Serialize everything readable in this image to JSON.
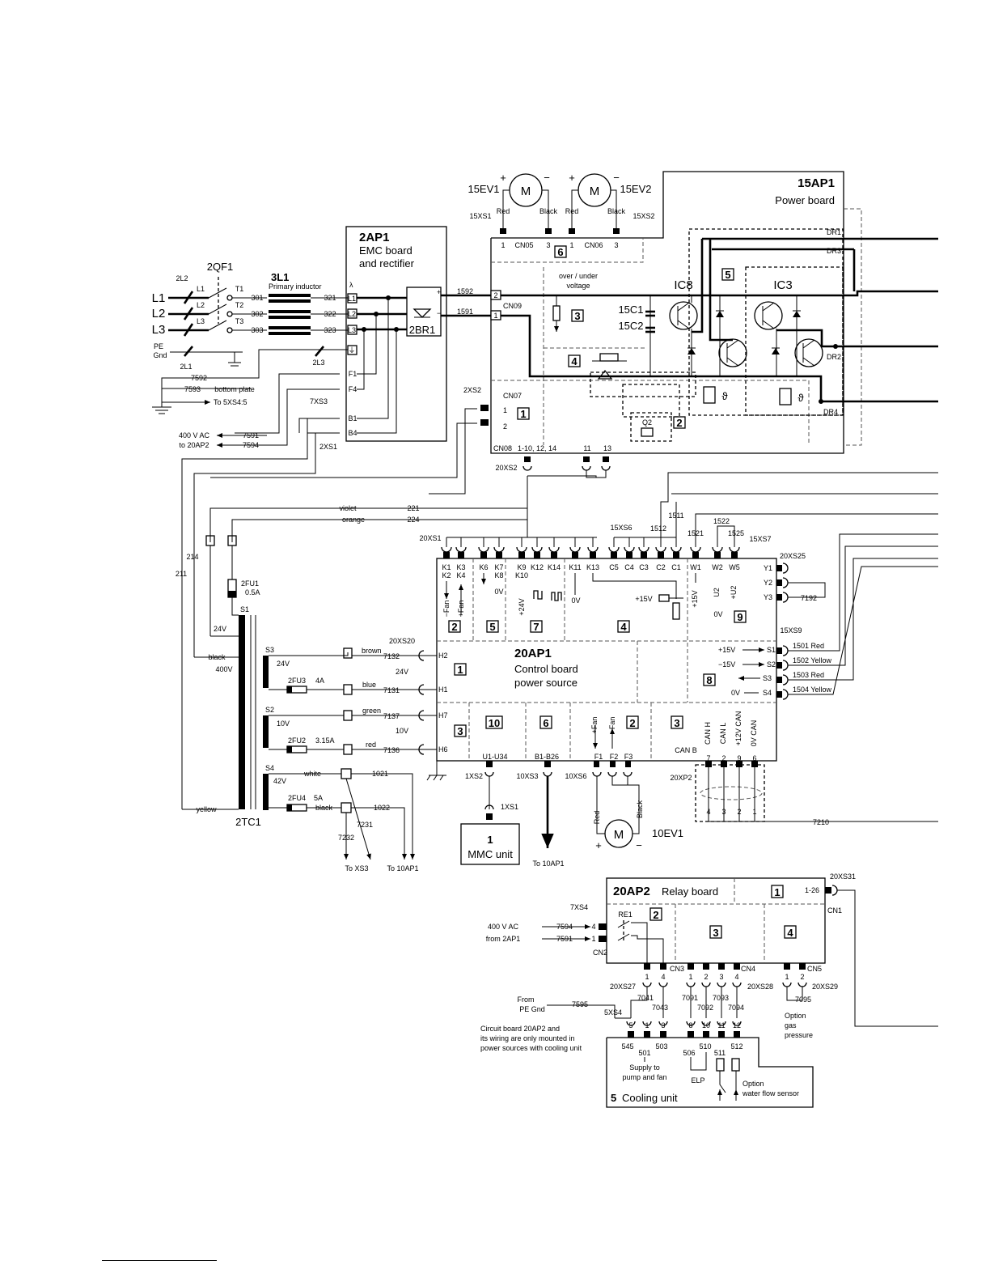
{
  "boards": {
    "b15ap1": {
      "id": "15AP1",
      "name": "Power board"
    },
    "b2ap1": {
      "id": "2AP1",
      "line1": "EMC board",
      "line2": "and rectifier"
    },
    "b20ap1": {
      "id": "20AP1",
      "line1": "Control board",
      "line2": "power source"
    },
    "b20ap2": {
      "id": "20AP2",
      "name": "Relay board"
    },
    "mmc": {
      "num": "1",
      "name": "MMC unit"
    },
    "cooling": {
      "num": "5",
      "name": "Cooling unit"
    }
  },
  "components": {
    "fan1": "15EV1",
    "fan2": "15EV2",
    "fan3": "10EV1",
    "motor": "M",
    "qf": "2QF1",
    "inductor": "3L1",
    "inductor_desc": "Primary inductor",
    "rectifier": "2BR1",
    "transformer": "2TC1",
    "ic8": "IC8",
    "ic3": "IC3",
    "cap1": "15C1",
    "cap2": "15C2",
    "q2": "Q2",
    "re1": "RE1",
    "fuse1": "2FU1",
    "fuse1_val": "0.5A",
    "fuse3": "2FU3",
    "fuse3_val": "4A",
    "fuse2": "2FU2",
    "fuse2_val": "3.15A",
    "fuse4": "2FU4",
    "fuse4_val": "5A",
    "overunder1": "over / under",
    "overunder2": "voltage",
    "theta": "ϑ"
  },
  "connectors": {
    "xs1": "15XS1",
    "xs2": "15XS2",
    "cn05": "CN05",
    "cn06": "CN06",
    "cn09": "CN09",
    "cn07": "CN07",
    "cn08": "CN08",
    "cn08_pins": "1-10, 12, 14",
    "c2xs2": "2XS2",
    "c7xs3": "7XS3",
    "c2xs1": "2XS1",
    "c20xs2": "20XS2",
    "c20xs1": "20XS1",
    "c15xs6": "15XS6",
    "c15xs7": "15XS7",
    "c20xs25": "20XS25",
    "c15xs9": "15XS9",
    "c20xs20": "20XS20",
    "c20xp2": "20XP2",
    "c1xs2": "1XS2",
    "c1xs1": "1XS1",
    "c10xs3": "10XS3",
    "c10xs6": "10XS6",
    "c7xs4": "7XS4",
    "cn2": "CN2",
    "cn3": "CN3",
    "cn4": "CN4",
    "cn5": "CN5",
    "cn1": "CN1",
    "c20xs31": "20XS31",
    "p126": "1-26",
    "c20xs27": "20XS27",
    "c20xs28": "20XS28",
    "c20xs29": "20XS29",
    "c5xs4": "5XS4",
    "dr1": "DR1",
    "dr2": "DR2",
    "dr3": "DR3",
    "dr4": "DR4"
  },
  "lines": {
    "l1": "L1",
    "l2": "L2",
    "l3": "L3",
    "pe": "PE",
    "gnd": "Gnd",
    "l2l1": "2L1",
    "l2l2": "2L2",
    "l2l3": "2L3",
    "t1": "T1",
    "t2": "T2",
    "t3": "T3"
  },
  "wires": {
    "w301": "301",
    "w302": "302",
    "w303": "303",
    "w321": "321",
    "w322": "322",
    "w323": "323",
    "w1592": "1592",
    "w1591": "1591",
    "w7592": "7592",
    "w7593": "7593",
    "bottom_plate": "bottom plate",
    "to5xs4": "To 5XS4:5",
    "ac400": "400 V AC",
    "to20ap2": "to 20AP2",
    "w7591": "7591",
    "w7594": "7594",
    "violet": "violet",
    "orange": "orange",
    "w221": "221",
    "w224": "224",
    "w214": "214",
    "w211": "211",
    "v24": "24V",
    "black": "black",
    "v400": "400V",
    "yellow": "yellow",
    "brown": "brown",
    "blue": "blue",
    "green": "green",
    "red": "red",
    "white": "white",
    "w7132": "7132",
    "w7131": "7131",
    "w7137": "7137",
    "w7136": "7136",
    "w1021": "1021",
    "w1022": "1022",
    "w7231": "7231",
    "w7232": "7232",
    "toxs3": "To XS3",
    "to10ap1a": "To 10AP1",
    "to10ap1b": "To 10AP1",
    "w1511": "1511",
    "w1512": "1512",
    "w1521": "1521",
    "w1522": "1522",
    "w1525": "1525",
    "w7192": "7192",
    "r1501": "1501 Red",
    "y1502": "1502 Yellow",
    "r1503": "1503 Red",
    "y1504": "1504 Yellow",
    "w7210": "7210",
    "w7594b": "7594",
    "w7591b": "7591",
    "ac400b": "400 V AC",
    "from2ap1": "from 2AP1",
    "from": "From",
    "pegnd": "PE Gnd",
    "w7595": "7595",
    "w7041": "7041",
    "w7043": "7043",
    "w7091": "7091",
    "w7092": "7092",
    "w7093": "7093",
    "w7094": "7094",
    "w7095": "7095",
    "w545": "545",
    "w501": "501",
    "w503": "503",
    "w506": "506",
    "w510": "510",
    "w511": "511",
    "w512": "512",
    "supply1": "Supply to",
    "supply2": "pump and fan",
    "elp": "ELP",
    "option": "Option",
    "gas1": "gas",
    "gas2": "pressure",
    "wfs1": "Option",
    "wfs2": "water flow sensor",
    "note1": "Circuit board 20AP2 and",
    "note2": "its wiring are only mounted in",
    "note3": "power sources with cooling unit",
    "colRed": "Red",
    "colBlack": "Black"
  },
  "pins": {
    "k1": "K1",
    "k2": "K2",
    "k3": "K3",
    "k4": "K4",
    "k6": "K6",
    "k7": "K7",
    "k8": "K8",
    "k9": "K9",
    "k10": "K10",
    "k12": "K12",
    "k14": "K14",
    "k11": "K11",
    "k13": "K13",
    "c5": "C5",
    "c4": "C4",
    "c3": "C3",
    "c2": "C2",
    "c1": "C1",
    "w1": "W1",
    "w2": "W2",
    "w5": "W5",
    "y1": "Y1",
    "y2": "Y2",
    "y3": "Y3",
    "h1": "H1",
    "h2": "H2",
    "h6": "H6",
    "h7": "H7",
    "s1": "S1",
    "s2": "S2",
    "s3": "S3",
    "s4": "S4",
    "f1": "F1",
    "f2": "F2",
    "f3": "F3",
    "fb1": "B1",
    "fb4": "B4",
    "ff1": "F1",
    "ff4": "F4",
    "plus15v": "+15V",
    "minus15v": "−15V",
    "zero_v": "0V",
    "plus15vb": "+15V",
    "plus15vc": "+15V",
    "plus24v": "+24V",
    "u2": "U2",
    "plus_u2": "+U2",
    "minus_fan": "−Fan",
    "plus_fan": "+Fan",
    "u1u34": "U1-U34",
    "b1b26": "B1-B26",
    "canb": "CAN B",
    "canh": "CAN H",
    "canl": "CAN L",
    "can12": "+12V CAN",
    "can0": "0V CAN",
    "v24b": "24V",
    "v10": "10V",
    "v24s": "24V",
    "v10s": "10V",
    "v42s": "42V",
    "ts1": "S1",
    "ts2": "S2",
    "ts3": "S3",
    "ts4": "S4"
  },
  "sections": {
    "n1": "1",
    "n2": "2",
    "n3": "3",
    "n4": "4",
    "n5": "5",
    "n6": "6",
    "n7": "7",
    "n8": "8",
    "n9": "9",
    "n10": "10"
  }
}
